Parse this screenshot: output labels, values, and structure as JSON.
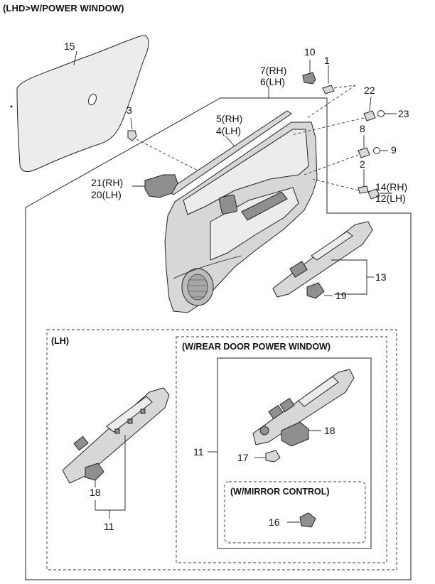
{
  "title": "(LHD>W/POWER WINDOW)",
  "callouts": {
    "c1": "1",
    "c2": "2",
    "c3": "3",
    "c4": "4(LH)",
    "c5": "5(RH)",
    "c6": "6(LH)",
    "c7": "7(RH)",
    "c8": "8",
    "c9": "9",
    "c10": "10",
    "c12": "12(LH)",
    "c13": "13",
    "c14": "14(RH)",
    "c15": "15",
    "c19": "19",
    "c20": "20(LH)",
    "c21": "21(RH)",
    "c22": "22",
    "c23": "23",
    "lh_11": "11",
    "lh_18": "18",
    "rear_11": "11",
    "rear_17": "17",
    "rear_18": "18",
    "mirror_16": "16"
  },
  "boxes": {
    "lh": "(LH)",
    "rear_door": "(W/REAR DOOR POWER WINDOW)",
    "mirror": "(W/MIRROR CONTROL)"
  }
}
